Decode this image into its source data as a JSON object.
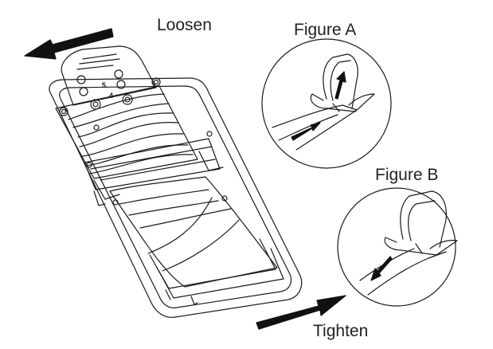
{
  "labels": {
    "loosen": "Loosen",
    "figure_a": "Figure A",
    "figure_b": "Figure B",
    "tighten": "Tighten"
  },
  "plate_numbers": {
    "top": "5",
    "bottom": "4"
  },
  "colors": {
    "line": "#1a1a1a",
    "arrow": "#111111",
    "background": "#ffffff"
  }
}
